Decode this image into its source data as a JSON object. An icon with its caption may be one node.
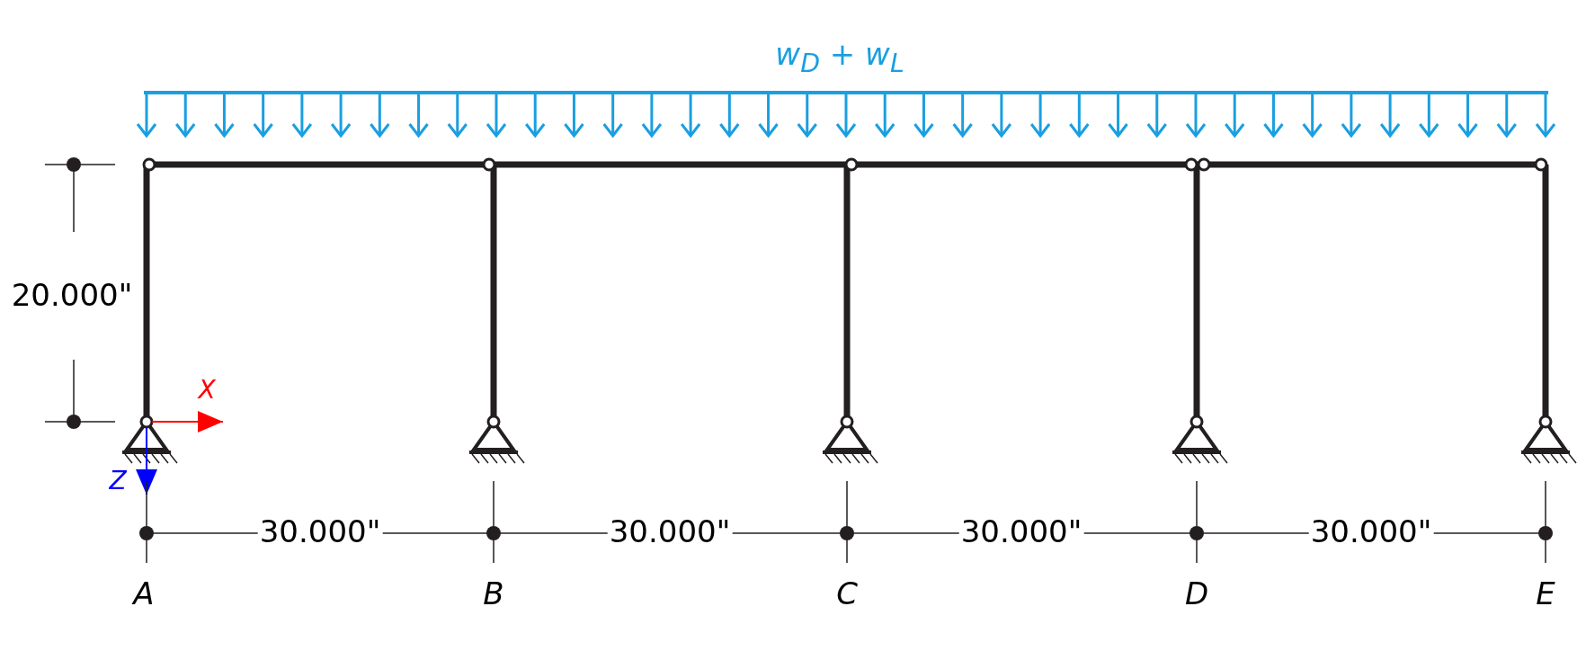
{
  "diagram": {
    "labels": [
      "w$_{D}$ + w$_{L}$",
      "20.000\"",
      "X",
      "Z",
      "30.000\"",
      "30.000\"",
      "30.000\"",
      "30.000\"",
      "A",
      "B",
      "C",
      "D",
      "E"
    ]
  }
}
